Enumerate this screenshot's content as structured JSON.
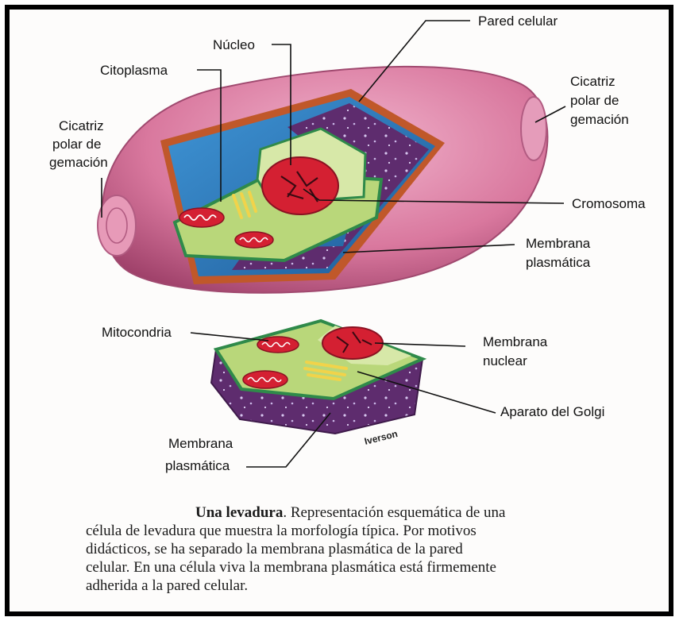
{
  "labels": {
    "pared_celular": "Pared celular",
    "nucleo": "Núcleo",
    "citoplasma": "Citoplasma",
    "cicatriz_izq": [
      "Cicatriz",
      "polar de",
      "gemación"
    ],
    "cicatriz_der": [
      "Cicatriz",
      "polar de",
      "gemación"
    ],
    "cromosoma": "Cromosoma",
    "membrana_plasmatica_top": [
      "Membrana",
      "plasmática"
    ],
    "mitocondria": "Mitocondria",
    "membrana_nuclear": [
      "Membrana",
      "nuclear"
    ],
    "aparato_golgi": "Aparato del Golgi",
    "membrana_plasmatica_bottom": [
      "Membrana",
      "plasmática"
    ]
  },
  "signature": "Iverson",
  "caption": {
    "title": "Una levadura",
    "line1_rest": ". Representación esquemática de una",
    "line2": "célula de levadura que muestra la morfología típica. Por motivos",
    "line3": "didácticos, se ha separado la membrana plasmática de la pared",
    "line4": "celular. En una célula viva la membrana plasmática está firmemente",
    "line5": "adherida a la pared celular."
  },
  "colors": {
    "cell_wall": "#d9789e",
    "cytoplasm": "#2f7dc0",
    "membrane": "#5e2c6e",
    "nucleus": "#d42032",
    "organelle_bed": "#b9d77a",
    "golgi": "#f1d34a"
  }
}
